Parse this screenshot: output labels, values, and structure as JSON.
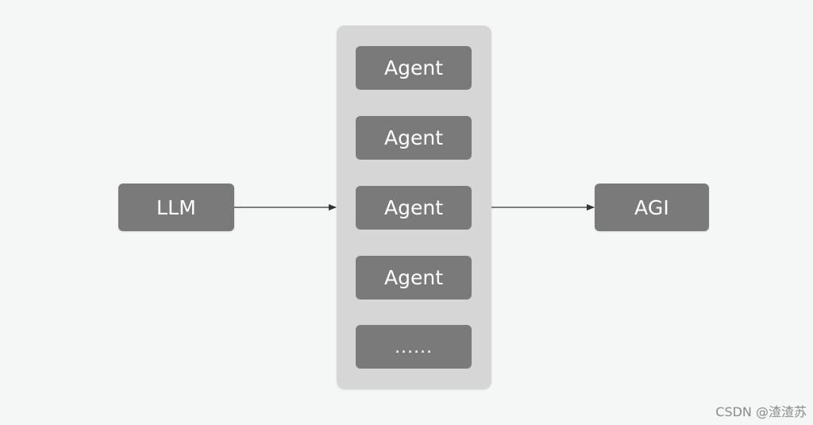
{
  "colors": {
    "background": "#f5f7f7",
    "node_fill": "#7a7a7a",
    "group_fill": "#d6d6d6",
    "node_text": "#ffffff",
    "connector": "#333333",
    "watermark": "#8a8a8a"
  },
  "nodes": {
    "llm": {
      "label": "LLM"
    },
    "agi": {
      "label": "AGI"
    }
  },
  "agent_group": {
    "items": [
      {
        "label": "Agent"
      },
      {
        "label": "Agent"
      },
      {
        "label": "Agent"
      },
      {
        "label": "Agent"
      },
      {
        "label": "......"
      }
    ]
  },
  "edges": [
    {
      "from": "llm",
      "to": "agent_group"
    },
    {
      "from": "agent_group",
      "to": "agi"
    }
  ],
  "watermark": "CSDN @渣渣苏"
}
